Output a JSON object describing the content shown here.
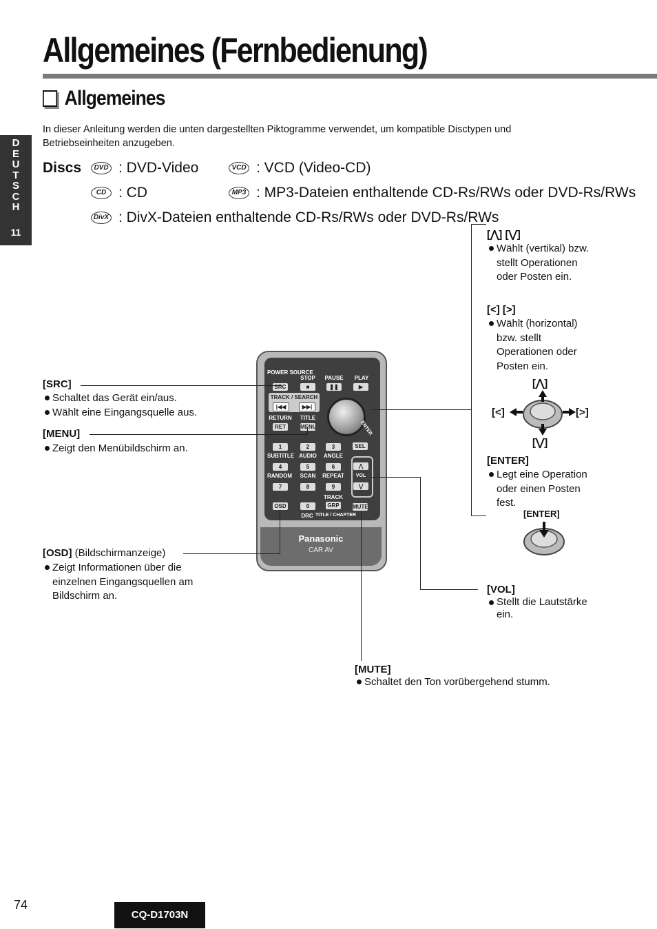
{
  "page": {
    "title": "Allgemeines (Fernbedienung)",
    "section_heading": "Allgemeines",
    "side_tab": {
      "language_letters": [
        "D",
        "E",
        "U",
        "T",
        "S",
        "C",
        "H"
      ],
      "section_number": "11"
    },
    "intro": "In dieser Anleitung werden die unten dargestellten Piktogramme verwendet, um kompatible Disctypen und Betriebseinheiten anzugeben.",
    "page_number": "74",
    "model": "CQ-D1703N"
  },
  "discs": {
    "label": "Discs",
    "items": [
      {
        "icon": "DVD",
        "text": ": DVD-Video"
      },
      {
        "icon": "VCD",
        "text": ": VCD (Video-CD)"
      },
      {
        "icon": "CD",
        "text": ": CD"
      },
      {
        "icon": "MP3",
        "text": ": MP3-Dateien enthaltende CD-Rs/RWs oder DVD-Rs/RWs"
      },
      {
        "icon": "DivX",
        "text": ": DivX-Dateien enthaltende CD-Rs/RWs oder DVD-Rs/RWs"
      }
    ]
  },
  "callouts": {
    "src": {
      "label": "[SRC]",
      "bullets": [
        "Schaltet das Gerät ein/aus.",
        "Wählt eine Eingangsquelle aus."
      ]
    },
    "menu": {
      "label": "[MENU]",
      "bullets": [
        "Zeigt den Menübildschirm an."
      ]
    },
    "osd": {
      "label": "[OSD]",
      "label_suffix": " (Bildschirmanzeige)",
      "bullets": [
        "Zeigt Informationen über die einzelnen Eingangsquellen am Bildschirm an."
      ]
    },
    "mute": {
      "label": "[MUTE]",
      "bullets": [
        "Schaltet den Ton vorübergehend stumm."
      ]
    },
    "vol": {
      "label": "[VOL]",
      "bullets": [
        "Stellt die Lautstärke ein."
      ]
    },
    "updown": {
      "label": "[⋀] [⋁]",
      "bullets": [
        "Wählt (vertikal) bzw. stellt Operationen oder Posten ein."
      ]
    },
    "leftright": {
      "label": "[<] [>]",
      "bullets": [
        "Wählt (horizontal) bzw. stellt Operationen oder Posten ein."
      ]
    },
    "enter": {
      "label": "[ENTER]",
      "bullets": [
        "Legt eine Operation oder einen Posten fest."
      ]
    },
    "joystick_labels": {
      "up": "[⋀]",
      "down": "[⋁]",
      "left": "[<]",
      "right": "[>]"
    },
    "enter_icon_label": "[ENTER]"
  },
  "remote": {
    "top_labels": [
      "POWER SOURCE",
      "STOP",
      "PAUSE",
      "PLAY"
    ],
    "src_btn": "SRC",
    "track_search": "TRACK / SEARCH",
    "return": "RETURN",
    "title": "TITLE",
    "ret_btn": "RET",
    "menu_btn": "MENU",
    "sel_btn": "SEL",
    "enter_text": "ENTER",
    "numbers": [
      "1",
      "2",
      "3",
      "4",
      "5",
      "6",
      "7",
      "8",
      "9",
      "0"
    ],
    "row_labels_1": [
      "SUBTITLE",
      "AUDIO",
      "ANGLE"
    ],
    "row_labels_2": [
      "RANDOM",
      "SCAN",
      "REPEAT"
    ],
    "track": "TRACK",
    "grp_btn": "GRP",
    "osd_btn": "OSD",
    "drc": "DRC",
    "title_chapter": "TITLE / CHAPTER",
    "vol": "VOL",
    "mute_btn": "MUTE",
    "brand": "Panasonic",
    "subbrand": "CAR AV"
  }
}
